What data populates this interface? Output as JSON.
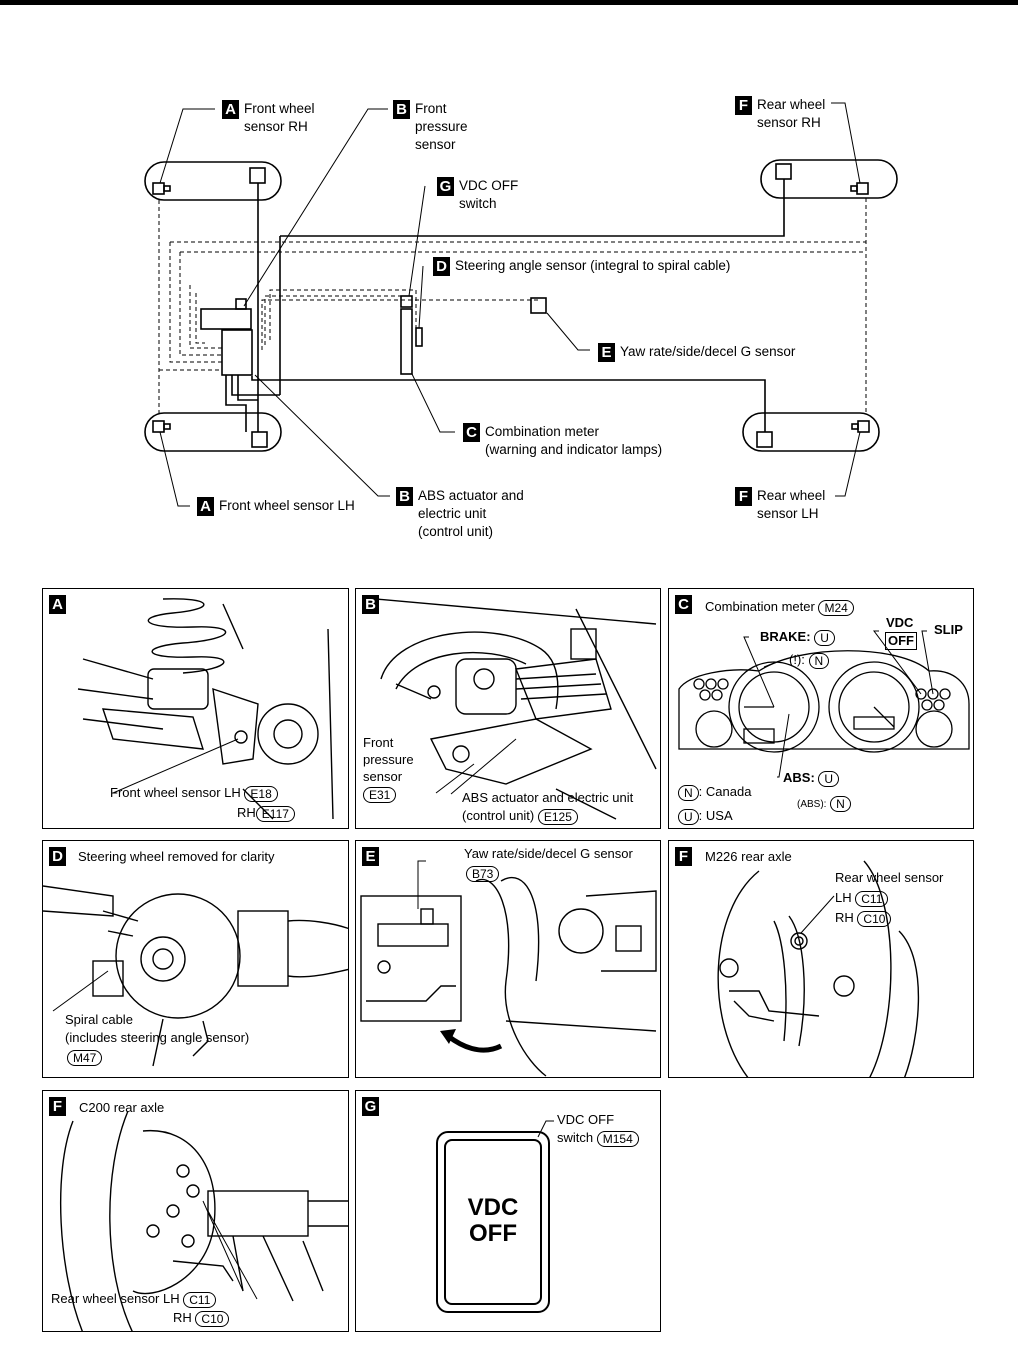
{
  "layout_callouts": {
    "a_rh": {
      "letter": "A",
      "text": "Front wheel\nsensor RH"
    },
    "b_front": {
      "letter": "B",
      "text": "Front\npressure\nsensor"
    },
    "f_rh": {
      "letter": "F",
      "text": "Rear wheel\nsensor RH"
    },
    "g": {
      "letter": "G",
      "text": "VDC OFF\nswitch"
    },
    "d": {
      "letter": "D",
      "text": "Steering angle sensor (integral to spiral cable)"
    },
    "e": {
      "letter": "E",
      "text": "Yaw rate/side/decel G sensor"
    },
    "c": {
      "letter": "C",
      "text": "Combination meter\n(warning and indicator lamps)"
    },
    "a_lh": {
      "letter": "A",
      "text": "Front wheel sensor LH"
    },
    "b_abs": {
      "letter": "B",
      "text": "ABS actuator and\nelectric unit\n(control unit)"
    },
    "f_lh": {
      "letter": "F",
      "text": "Rear wheel\nsensor LH"
    }
  },
  "panels": {
    "a": {
      "letter": "A",
      "label_lh": "Front wheel sensor LH",
      "conn_lh": "E18",
      "label_rh": "RH",
      "conn_rh": "E117"
    },
    "b": {
      "letter": "B",
      "front_label": "Front\npressure\nsensor",
      "front_conn": "E31",
      "abs_label": "ABS actuator and electric unit",
      "abs_label2": "(control unit)",
      "abs_conn": "E125"
    },
    "c": {
      "letter": "C",
      "title": "Combination meter",
      "conn": "M24",
      "brake": "BRAKE:",
      "brake_code": "U",
      "sym_code": "N",
      "sym_label": "(!):",
      "vdc": "VDC",
      "off": "OFF",
      "slip": "SLIP",
      "abs": "ABS:",
      "abs_code": "U",
      "abs2_label": "(ABS):",
      "abs2_code": "N",
      "canada_code": "N",
      "canada": ": Canada",
      "usa_code": "U",
      "usa": ": USA"
    },
    "d": {
      "letter": "D",
      "title": "Steering wheel removed for clarity",
      "spiral": "Spiral cable",
      "spiral2": "(includes steering angle sensor)",
      "conn": "M47"
    },
    "e": {
      "letter": "E",
      "title": "Yaw rate/side/decel G sensor",
      "conn": "B73"
    },
    "f1": {
      "letter": "F",
      "title": "M226 rear axle",
      "label": "Rear wheel sensor",
      "lh": "LH",
      "lh_conn": "C11",
      "rh": "RH",
      "rh_conn": "C10"
    },
    "f2": {
      "letter": "F",
      "title": "C200 rear axle",
      "label_lh": "Rear wheel sensor LH",
      "lh_conn": "C11",
      "label_rh": "RH",
      "rh_conn": "C10"
    },
    "g": {
      "letter": "G",
      "label": "VDC OFF",
      "label2": "switch",
      "conn": "M154",
      "button_text": "VDC\nOFF"
    }
  }
}
